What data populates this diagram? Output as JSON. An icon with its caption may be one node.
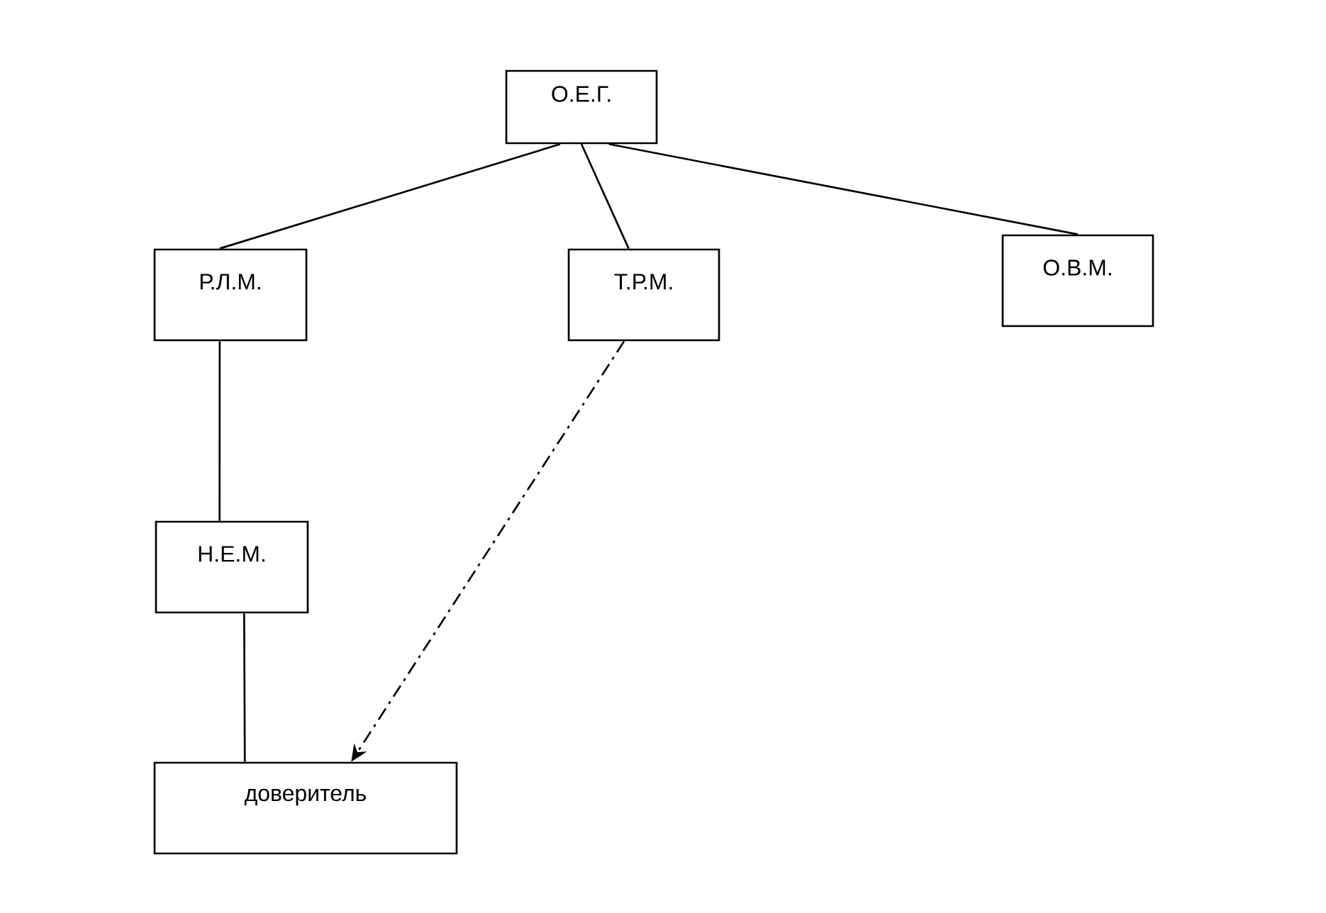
{
  "diagram": {
    "nodes": [
      {
        "text": [
          "О.Е.Г."
        ]
      },
      {
        "text": [
          "Р.Л.М."
        ]
      },
      {
        "text": [
          "Т.Р.М."
        ]
      },
      {
        "text": [
          "О.В.М."
        ]
      },
      {
        "text": [
          "Н.Е.М."
        ]
      },
      {
        "text": [
          "доверитель"
        ]
      }
    ],
    "edges": [
      {
        "from": 0,
        "to": 1,
        "arrow": "none"
      },
      {
        "from": 0,
        "to": 2,
        "arrow": "none"
      },
      {
        "from": 0,
        "to": 3,
        "arrow": "none"
      },
      {
        "from": 1,
        "to": 4,
        "arrow": "none"
      },
      {
        "from": 4,
        "to": 5,
        "arrow": "none"
      },
      {
        "from": 2,
        "to": 5,
        "arrow": "to",
        "style": "dashed"
      }
    ]
  }
}
